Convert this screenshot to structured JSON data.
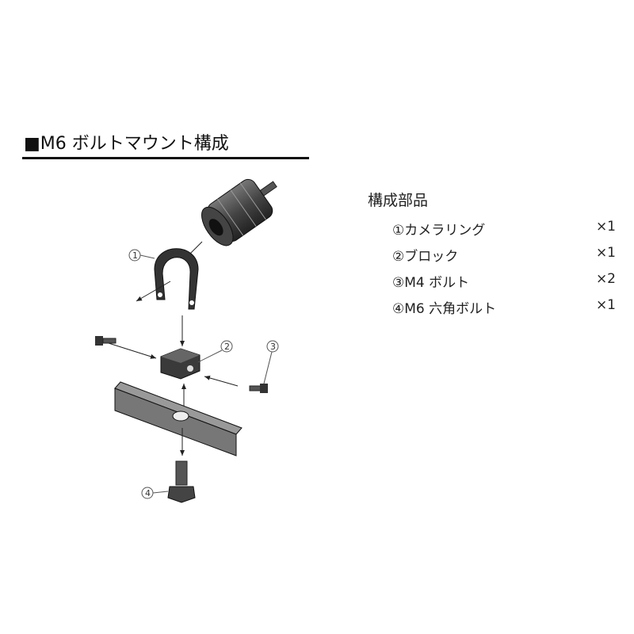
{
  "title": "■M6 ボルトマウント構成",
  "parts_title": "構成部品",
  "parts": [
    {
      "name": "①カメラリング",
      "qty": "×1"
    },
    {
      "name": "②ブロック",
      "qty": "×1"
    },
    {
      "name": "③M4 ボルト",
      "qty": "×2"
    },
    {
      "name": "④M6 六角ボルト",
      "qty": "×1"
    }
  ],
  "callouts": [
    "1",
    "2",
    "3",
    "4"
  ]
}
